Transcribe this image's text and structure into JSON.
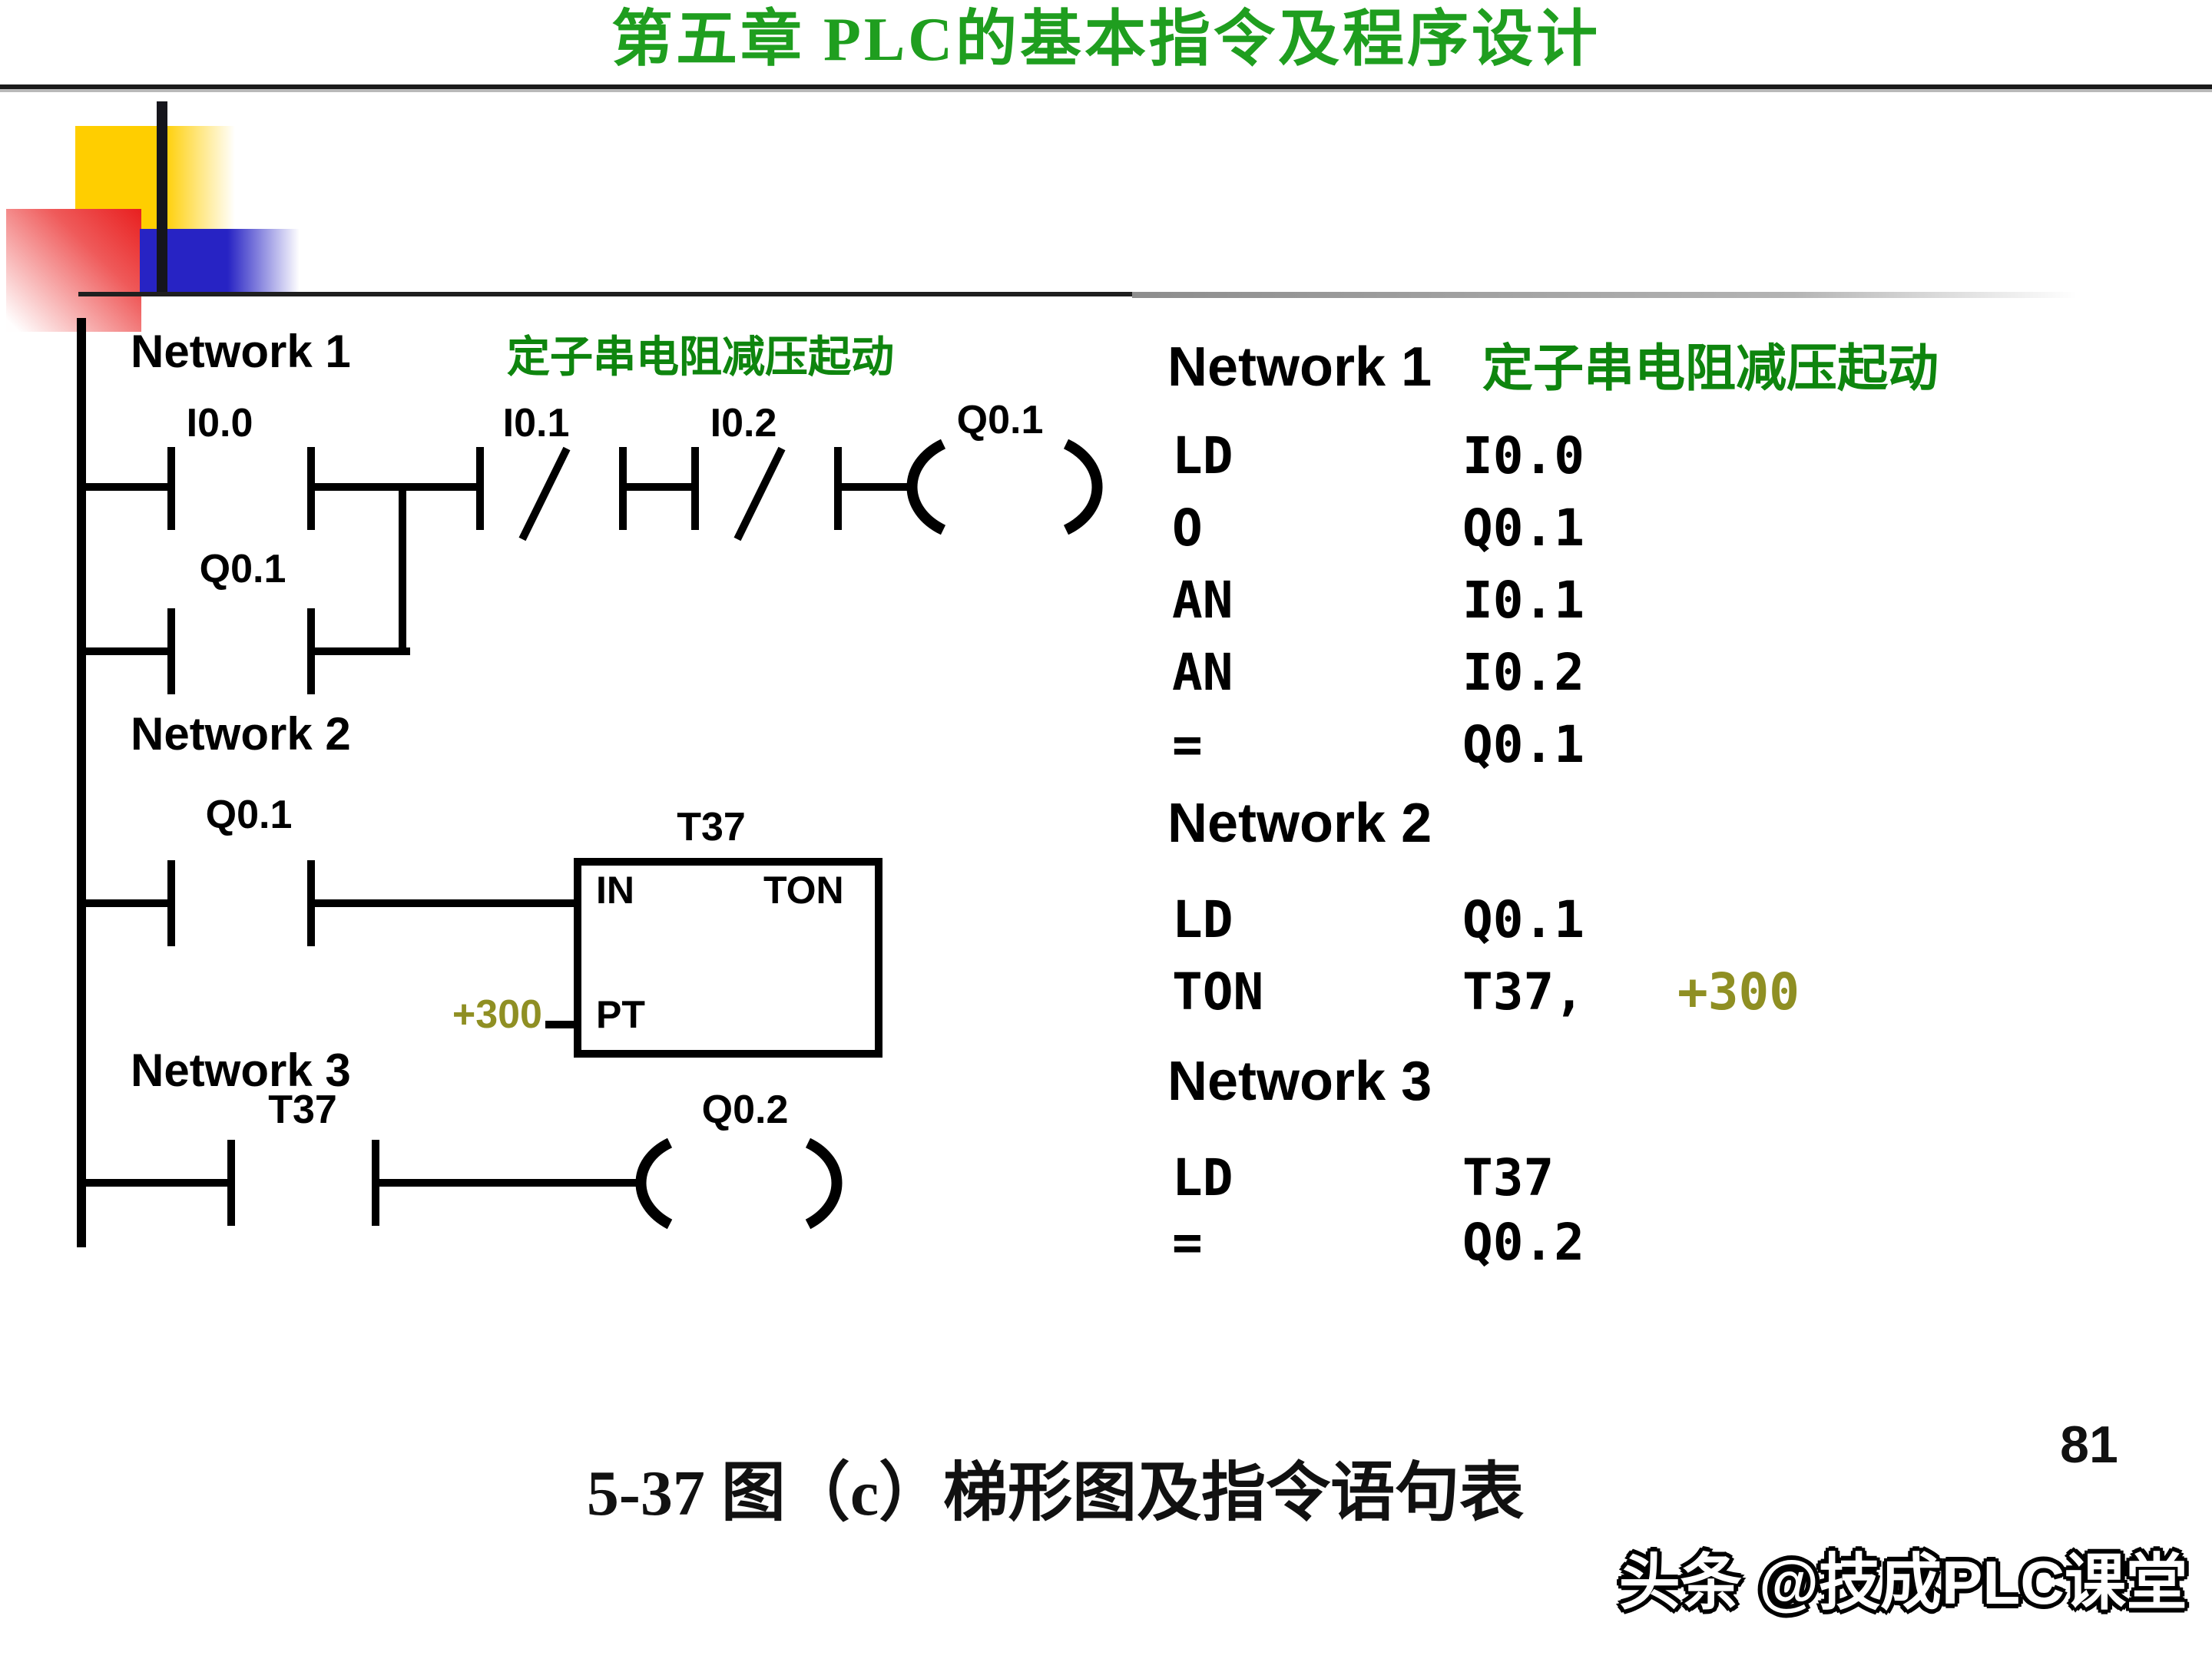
{
  "slide": {
    "title": "第五章  PLC的基本指令及程序设计",
    "caption": "5-37 图（c）梯形图及指令语句表",
    "page_number": "81",
    "watermark": "头条 @技成PLC课堂"
  },
  "colors": {
    "title_green": "#1f9e1f",
    "comment_green": "#0e850e",
    "preset_olive": "#8f8f23",
    "logo_yellow": "#ffce00",
    "logo_red": "#e81f1f",
    "logo_blue": "#2723c4"
  },
  "ladder": {
    "network1": {
      "label": "Network 1",
      "comment": "定子串电阻减压起动",
      "contact1_label": "I0.0",
      "branch_contact_label": "Q0.1",
      "contact2_label": "I0.1",
      "contact3_label": "I0.2",
      "coil_label": "Q0.1"
    },
    "network2": {
      "label": "Network 2",
      "contact_label": "Q0.1",
      "timer_label": "T37",
      "timer_in": "IN",
      "timer_type": "TON",
      "timer_pt": "PT",
      "preset": "+300"
    },
    "network3": {
      "label": "Network 3",
      "contact_label": "T37",
      "coil_label": "Q0.2"
    }
  },
  "stl": {
    "network1": {
      "title": "Network 1",
      "comment": "定子串电阻减压起动",
      "lines": [
        {
          "op": "LD",
          "operand": "I0.0"
        },
        {
          "op": "O",
          "operand": "Q0.1"
        },
        {
          "op": "AN",
          "operand": "I0.1"
        },
        {
          "op": "AN",
          "operand": "I0.2"
        },
        {
          "op": "=",
          "operand": "Q0.1"
        }
      ]
    },
    "network2": {
      "title": "Network 2",
      "lines": [
        {
          "op": "LD",
          "operand": "Q0.1"
        },
        {
          "op": "TON",
          "operand": "T37,",
          "extra": "+300"
        }
      ]
    },
    "network3": {
      "title": "Network 3",
      "lines": [
        {
          "op": "LD",
          "operand": "T37"
        },
        {
          "op": "=",
          "operand": "Q0.2"
        }
      ]
    }
  }
}
